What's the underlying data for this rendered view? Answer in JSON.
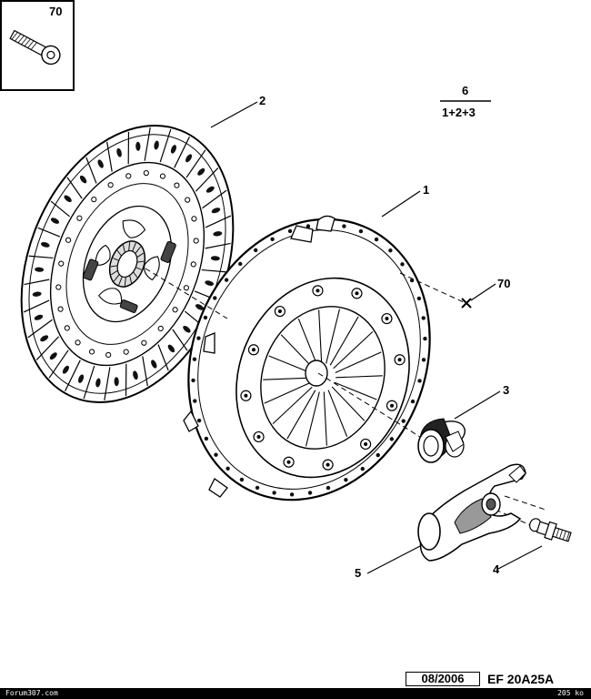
{
  "inset": {
    "label": "70"
  },
  "callouts": {
    "pressure_plate": "1",
    "clutch_disc": "2",
    "release_bearing": "3",
    "pivot_ball": "4",
    "release_fork": "5",
    "bolt": "70"
  },
  "kit": {
    "number": "6",
    "contents": "1+2+3"
  },
  "footer": {
    "date": "08/2006",
    "reference": "EF 20A25A",
    "site": "Forum307.com",
    "size": "205 ko"
  }
}
